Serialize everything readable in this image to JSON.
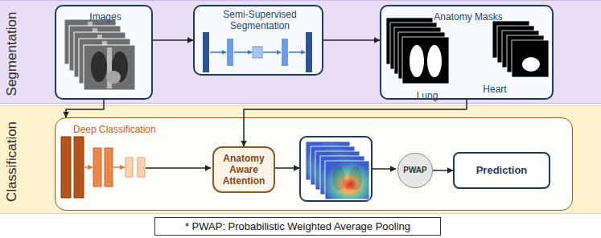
{
  "diagram": {
    "nodes": [
      {
        "text": [
          "Segmentation"
        ]
      },
      {
        "text": [
          "Images"
        ],
        "in": 0
      },
      {
        "text": [
          "Semi-Supervised Segmentation"
        ],
        "in": 0
      },
      {
        "text": [
          "Anatomy Masks",
          "Lung",
          "Heart"
        ],
        "in": 0
      },
      {
        "text": [
          "Classification"
        ]
      },
      {
        "text": [
          "Deep Classification"
        ],
        "in": 4
      },
      {
        "text": [
          "Anatomy Aware Attention"
        ],
        "in": 5
      },
      {
        "text": [
          "PWAP"
        ],
        "in": 5
      },
      {
        "text": [
          "Prediction"
        ],
        "in": 5
      },
      {
        "text": [
          "* PWAP: Probabilistic Weighted Average Pooling"
        ]
      }
    ],
    "edges": [
      {
        "from": 1,
        "to": 2,
        "arrow": "to"
      },
      {
        "from": 2,
        "to": 3,
        "arrow": "to"
      },
      {
        "from": 1,
        "to": 5,
        "arrow": "to"
      },
      {
        "from": 3,
        "to": 6,
        "arrow": "to"
      },
      {
        "from": 7,
        "to": 8,
        "arrow": "to"
      }
    ]
  }
}
